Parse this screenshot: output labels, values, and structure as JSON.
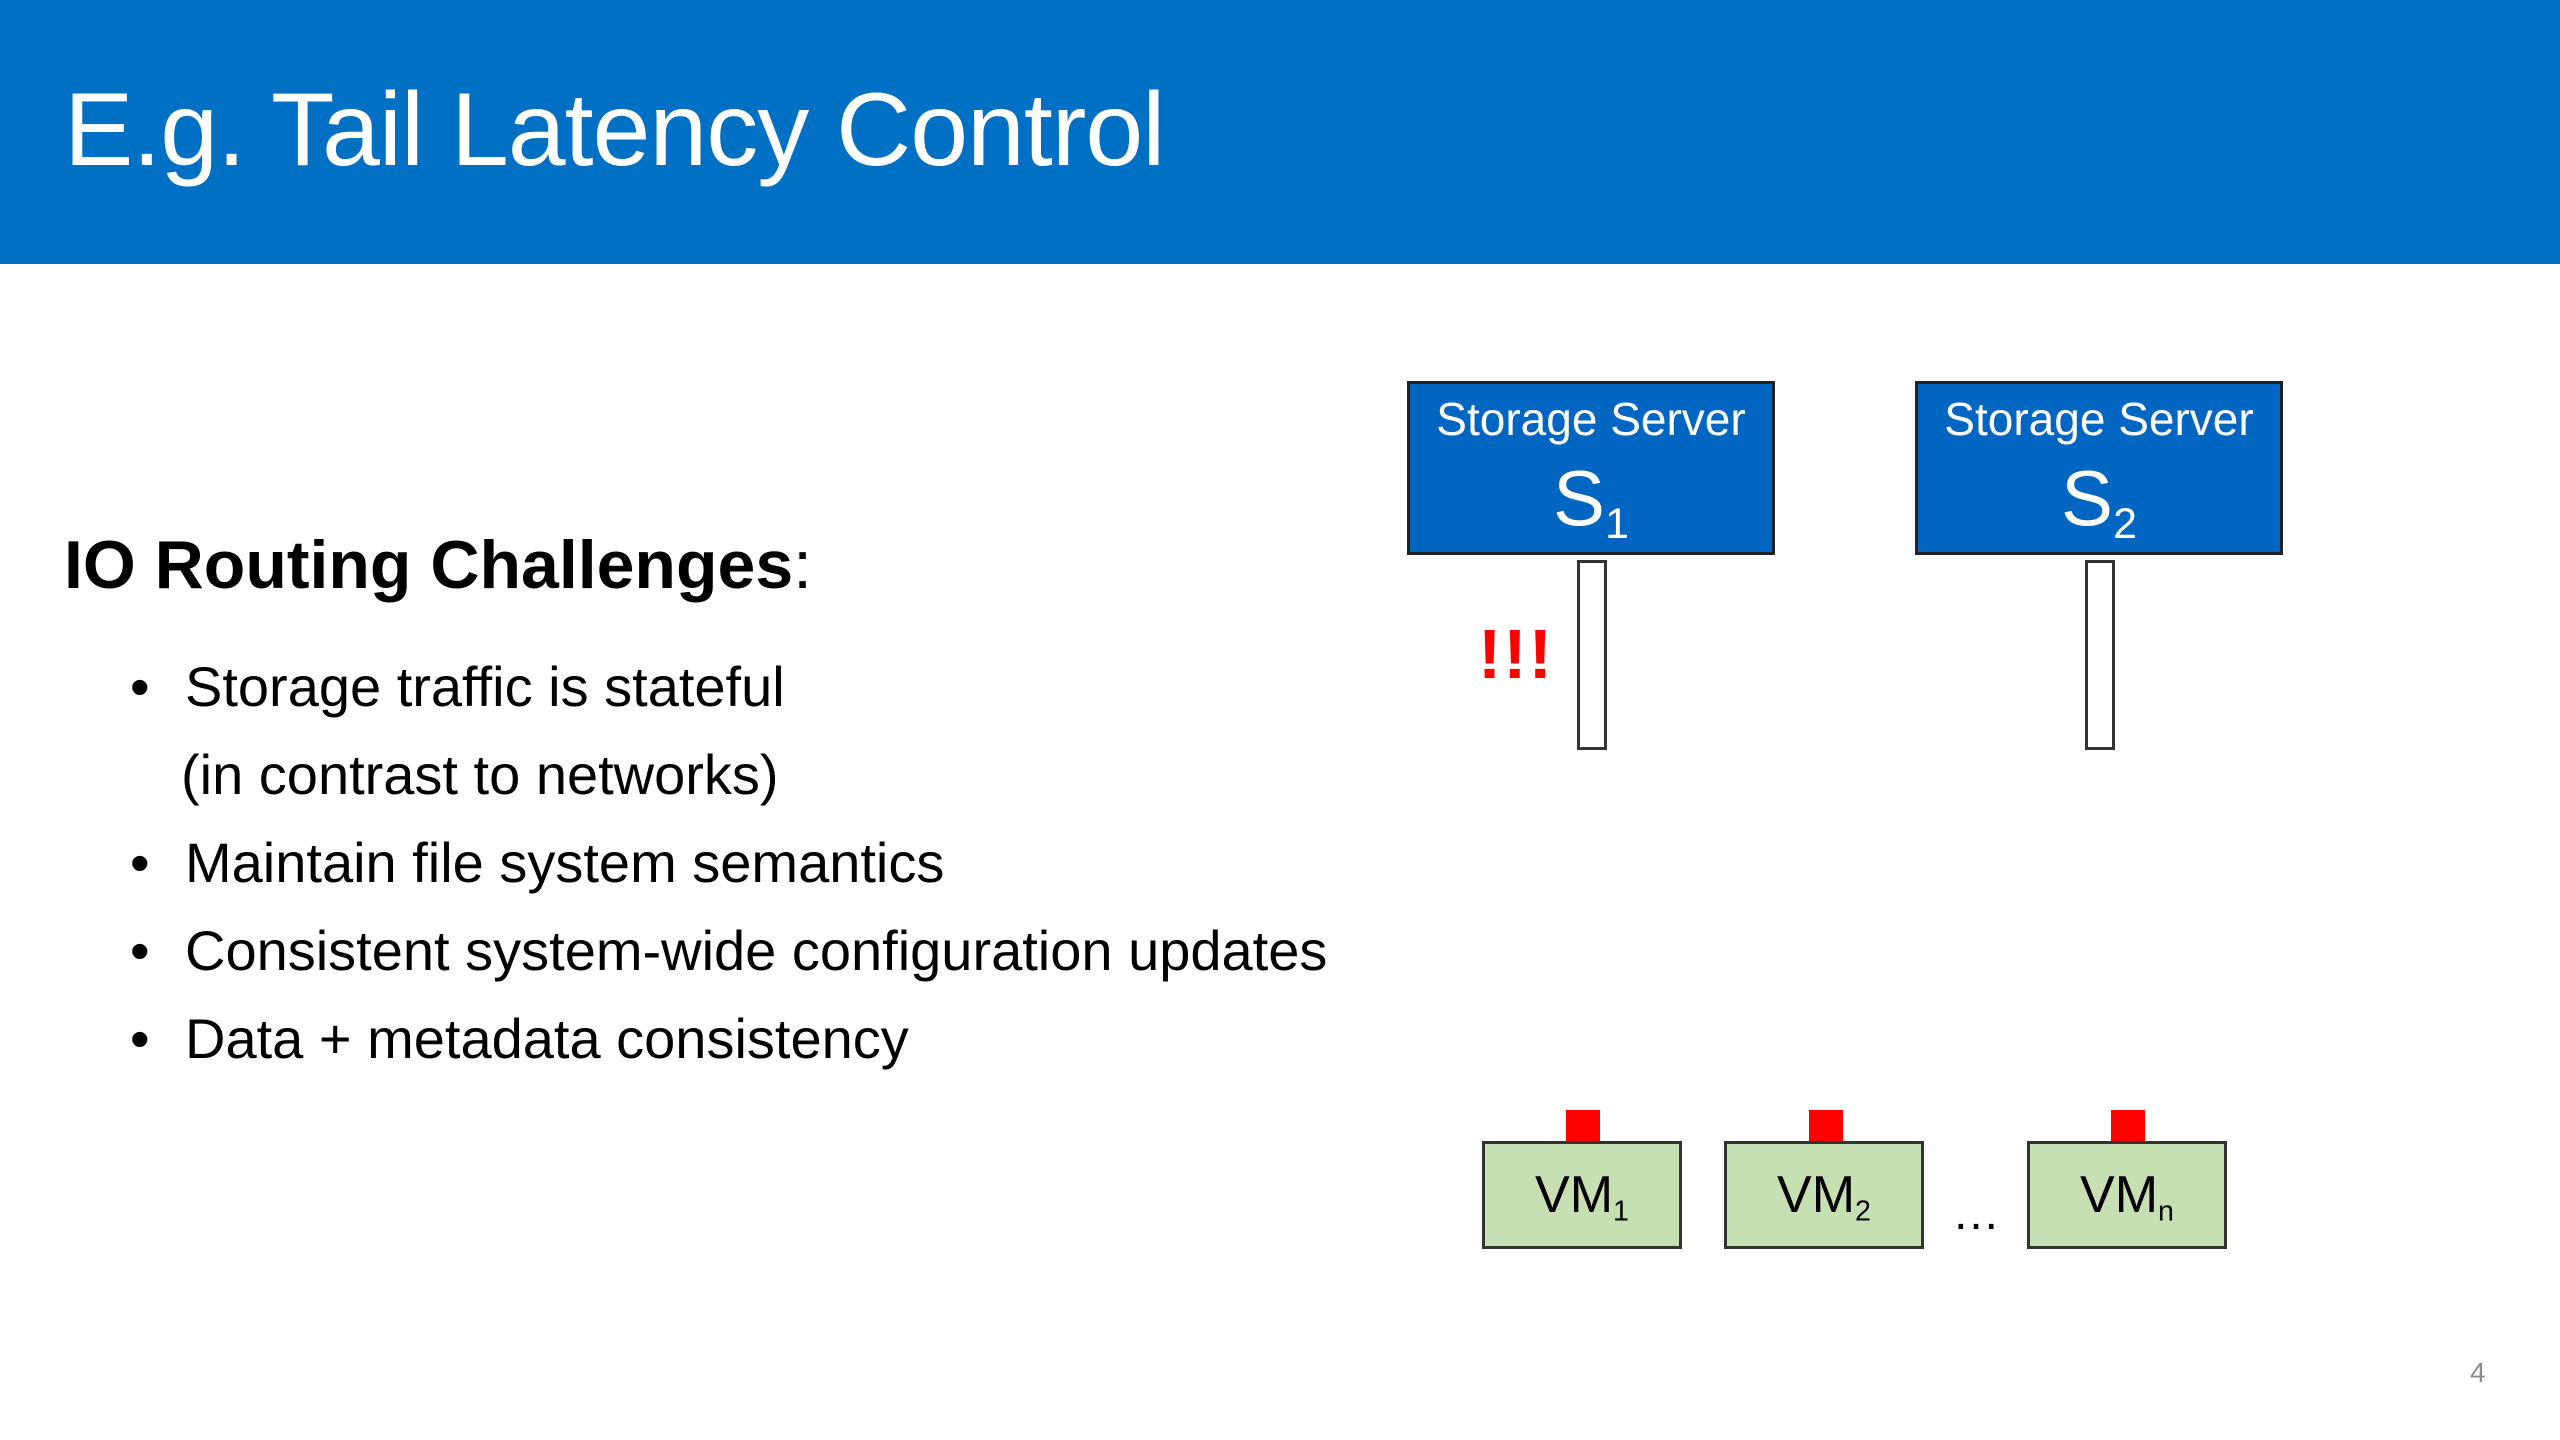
{
  "slide": {
    "title": "E.g. Tail Latency Control",
    "page_number": "4"
  },
  "content": {
    "heading": "IO Routing Challenges",
    "heading_suffix": ":",
    "bullet_symbol": "•",
    "bullets": [
      {
        "text": "Storage traffic is stateful",
        "continuation": "(in contrast to networks)"
      },
      {
        "text": "Maintain file system semantics"
      },
      {
        "text": "Consistent system-wide configuration updates"
      },
      {
        "text": "Data + metadata consistency"
      }
    ]
  },
  "diagram": {
    "servers": [
      {
        "label": "Storage Server",
        "symbol": "S",
        "subscript": "1"
      },
      {
        "label": "Storage Server",
        "symbol": "S",
        "subscript": "2"
      }
    ],
    "alert": "!!!",
    "vms": [
      {
        "symbol": "VM",
        "subscript": "1"
      },
      {
        "symbol": "VM",
        "subscript": "2"
      },
      {
        "symbol": "VM",
        "subscript": "n"
      }
    ],
    "ellipsis": "…",
    "colors": {
      "header": "#0070c4",
      "server_fill": "#0066c2",
      "vm_fill": "#c6e0b4",
      "alert": "#ff0000",
      "port": "#ff0000"
    }
  }
}
